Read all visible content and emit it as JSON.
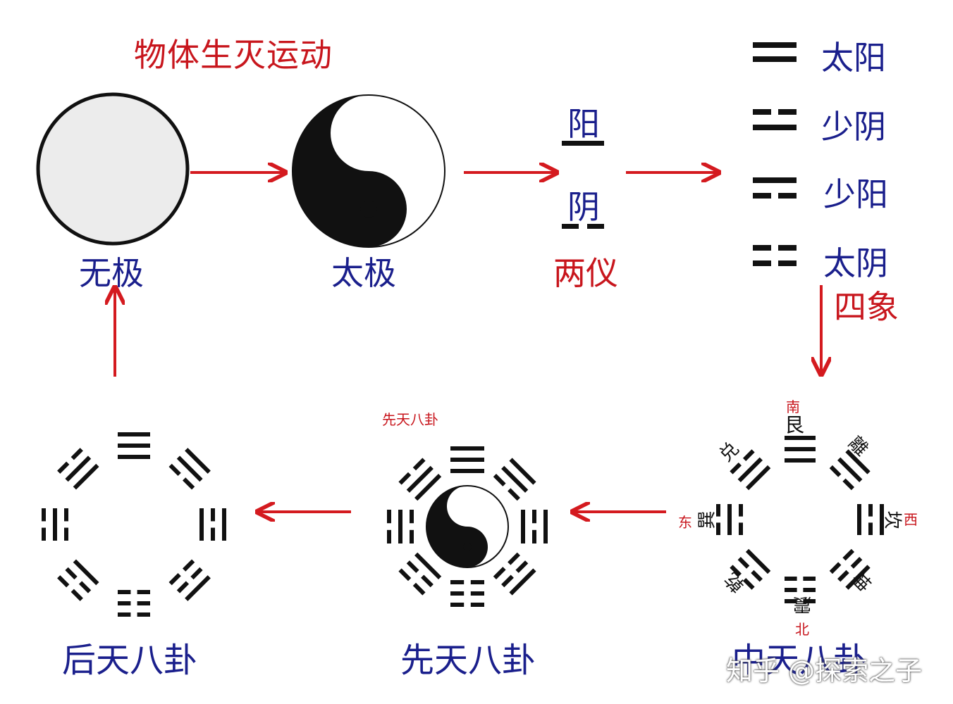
{
  "title": "物体生灭运动",
  "stages": {
    "wuji": "无极",
    "taiji": "太极",
    "liangyi": "两仪",
    "sixiang": "四象",
    "xiantian": "先天八卦",
    "houtian": "后天八卦",
    "zhongtian": "中天八卦"
  },
  "liangyi_items": {
    "yang": "阳",
    "yin": "阴"
  },
  "sixiang_items": [
    "太阳",
    "少阴",
    "少阳",
    "太阴"
  ],
  "xiantian_small_title": "先天八卦",
  "zhongtian_trigrams": {
    "top": "艮",
    "top_right": "離",
    "right": "坎",
    "left": "巽",
    "bottom": "震",
    "top_left": "兑",
    "bottom_left": "乾",
    "bottom_right": "坤"
  },
  "compass": {
    "south": "南",
    "west": "西",
    "east": "东",
    "north": "北"
  },
  "watermark": "知乎 @探索之子",
  "colors": {
    "arrow": "#d41a1f",
    "blue_text": "#1a1f8c",
    "red_text": "#c8161d"
  }
}
